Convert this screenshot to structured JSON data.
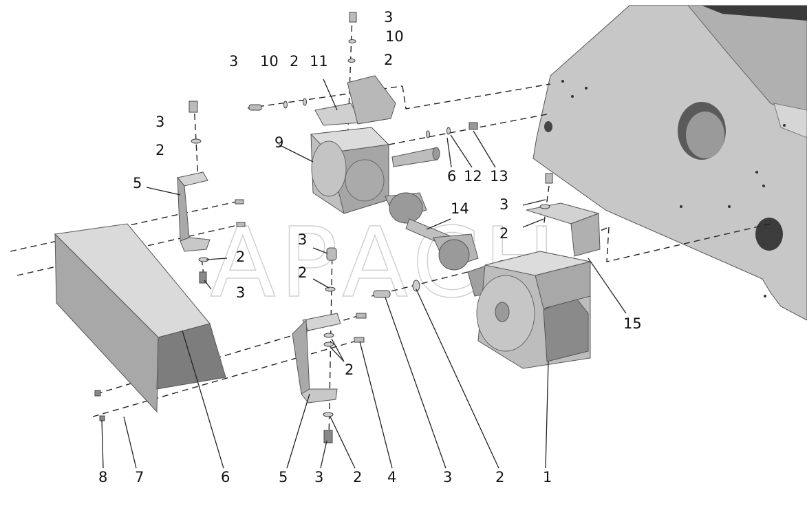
{
  "watermark": "АРАСН",
  "labels": {
    "l3_top": "3",
    "l10_top": "10",
    "l2_top": "2",
    "l3_a": "3",
    "l10_a": "10",
    "l2_a": "2",
    "l11": "11",
    "l3_b": "3",
    "l2_b": "2",
    "l5_upper": "5",
    "l9": "9",
    "l6_r": "6",
    "l12": "12",
    "l13": "13",
    "l14": "14",
    "l3_c": "3",
    "l2_c": "2",
    "l2_d": "2",
    "l3_d": "3",
    "l3_e": "3",
    "l2_e": "2",
    "l2_f": "2",
    "l15": "15",
    "l8": "8",
    "l7": "7",
    "l6_b": "6",
    "l5_b": "5",
    "l3_f": "3",
    "l2_g": "2",
    "l4": "4",
    "l3_g": "3",
    "l2_h": "2",
    "l1": "1"
  },
  "colors": {
    "part_fill": "#bdbdbd",
    "part_dark": "#8f8f8f",
    "part_light": "#dcdcdc",
    "frame_fill": "#c8c8c8",
    "line": "#222222"
  }
}
